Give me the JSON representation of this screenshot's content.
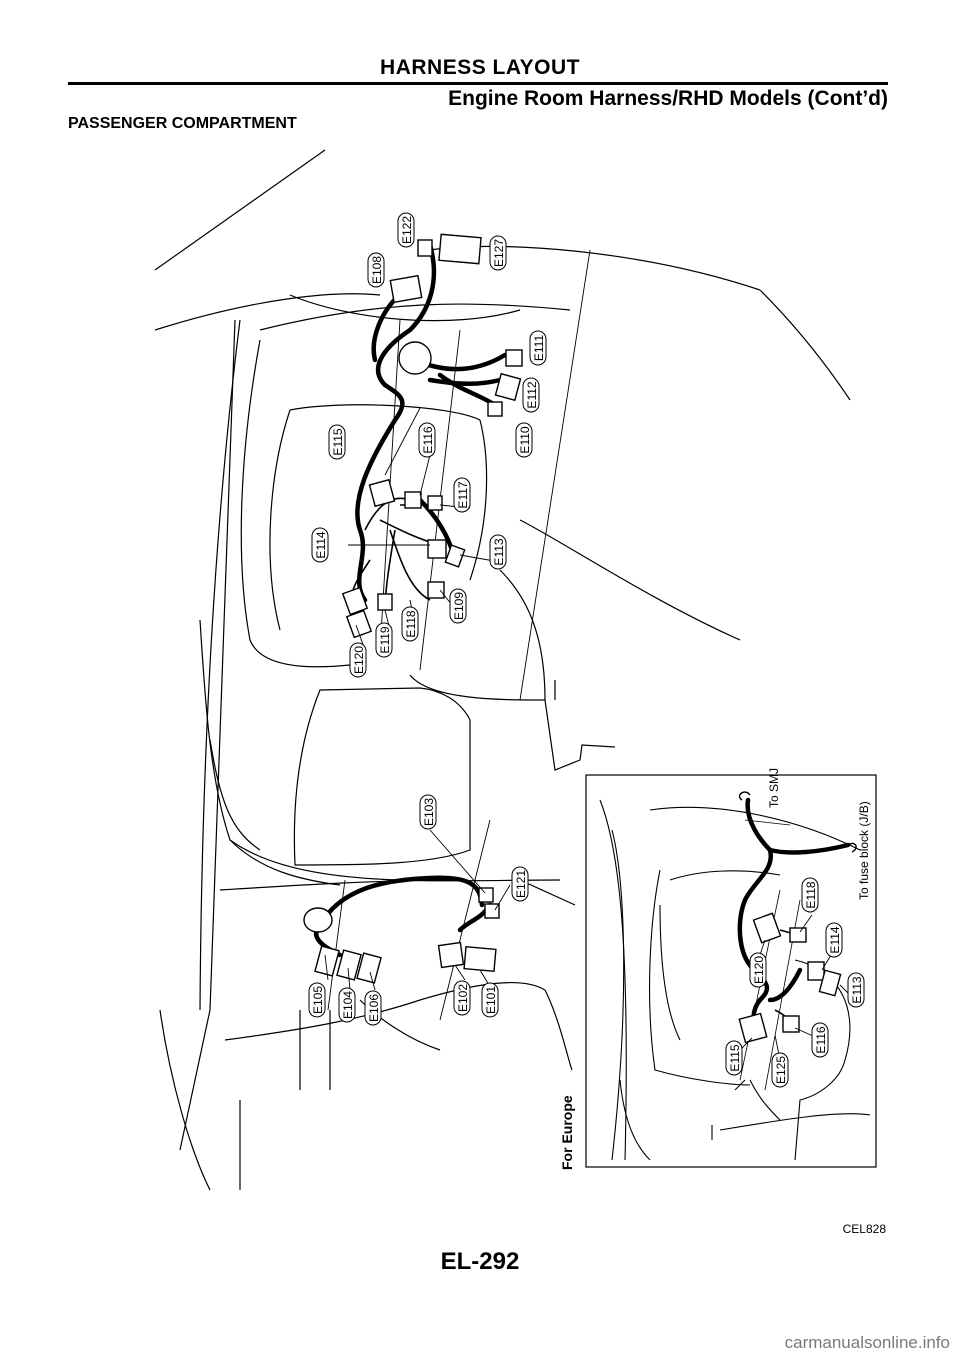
{
  "header": {
    "title": "HARNESS LAYOUT",
    "subtitle": "Engine Room Harness/RHD Models (Cont’d)"
  },
  "section_title": "PASSENGER COMPARTMENT",
  "main_diagram": {
    "connectors": [
      "E122",
      "E127",
      "E108",
      "E111",
      "E112",
      "E110",
      "E115",
      "E116",
      "E117",
      "E114",
      "E113",
      "E109",
      "E118",
      "E119",
      "E120",
      "E103",
      "E121",
      "E105",
      "E104",
      "E106",
      "E102",
      "E101"
    ]
  },
  "inset": {
    "label": "For Europe",
    "to_smj": "To SMJ",
    "to_fuse_block": "To fuse block (J/B)",
    "connectors": [
      "E118",
      "E120",
      "E114",
      "E113",
      "E116",
      "E115",
      "E125"
    ]
  },
  "figure_code": "CEL828",
  "page_number": "EL-292",
  "watermark": "carmanualsonline.info"
}
